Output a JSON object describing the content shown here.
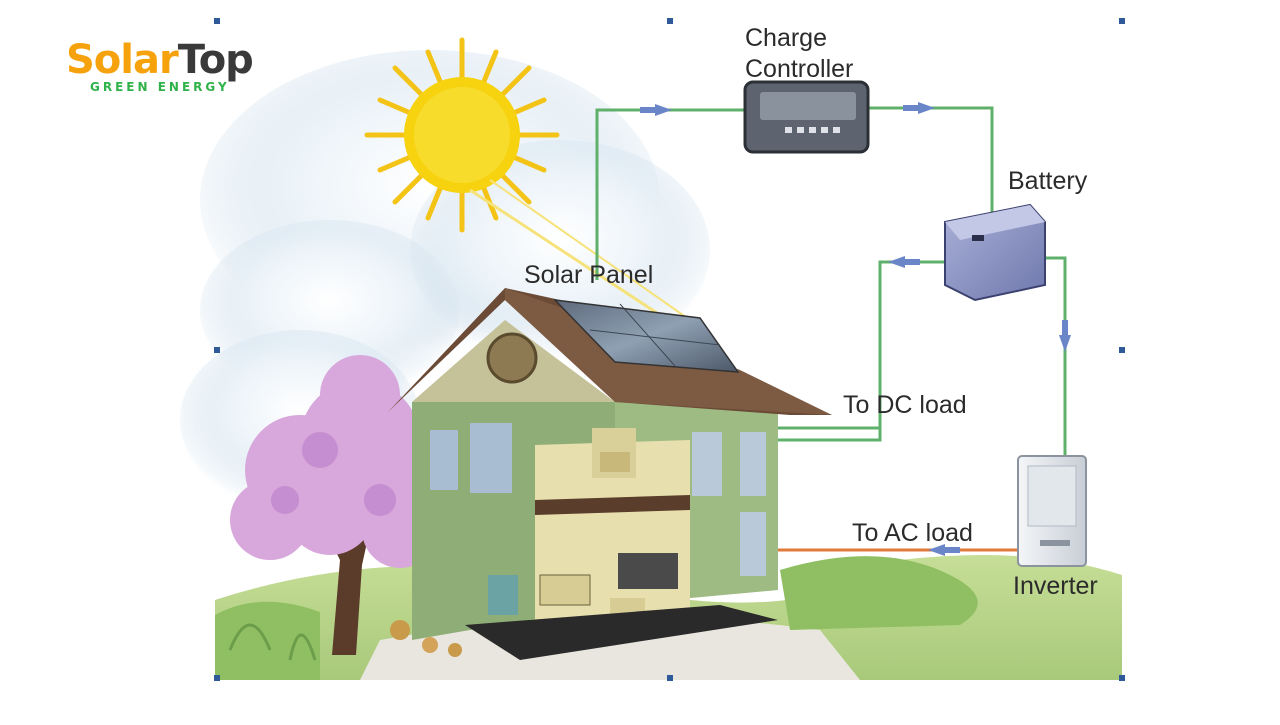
{
  "brand": {
    "name_part1": "Solar",
    "name_part2": "Top",
    "tagline": "GREEN ENERGY",
    "colors": {
      "solar": "#f5a20c",
      "top": "#3a3a3a",
      "tagline": "#2fb24a"
    }
  },
  "diagram": {
    "labels": {
      "charge_controller_line1": "Charge",
      "charge_controller_line2": "Controller",
      "battery": "Battery",
      "solar_panel": "Solar Panel",
      "dc_load": "To DC load",
      "ac_load": "To AC load",
      "inverter": "Inverter"
    },
    "wire_colors": {
      "dc": "#5fb06a",
      "ac": "#e07a3a",
      "arrow": "#6a86c9"
    }
  }
}
